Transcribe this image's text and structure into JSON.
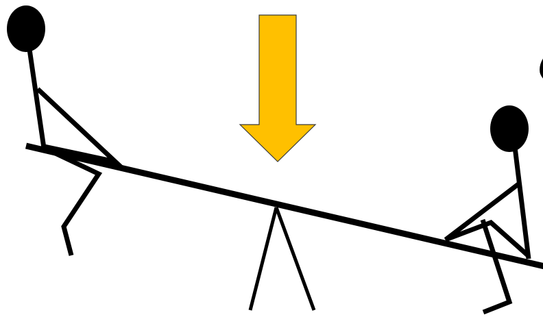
{
  "diagram": {
    "subject": "seesaw",
    "figures": [
      "left-person",
      "right-person"
    ],
    "arrow": "downward-force-arrow"
  },
  "colors": {
    "background": "#ffffff",
    "ink": "#000000",
    "arrow_fill": "#ffc000",
    "arrow_outline": "#3a3a3a"
  }
}
